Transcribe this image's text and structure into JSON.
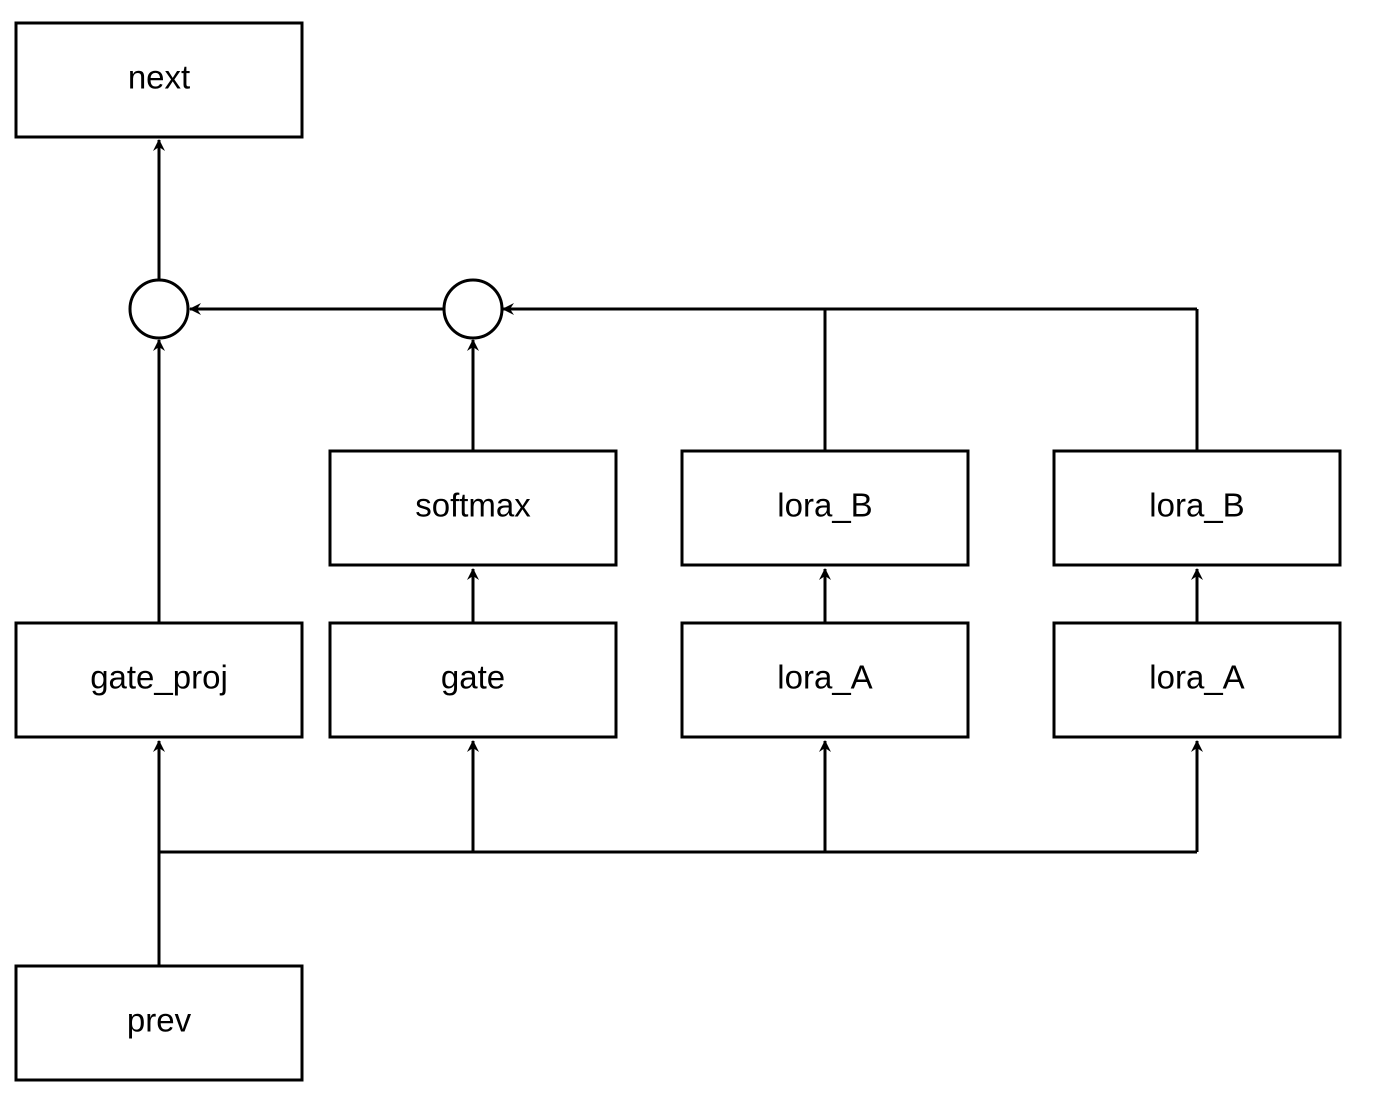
{
  "nodes": {
    "next": "next",
    "gate_proj": "gate_proj",
    "prev": "prev",
    "softmax": "softmax",
    "gate": "gate",
    "lora_b_1": "lora_B",
    "lora_a_1": "lora_A",
    "lora_b_2": "lora_B",
    "lora_a_2": "lora_A"
  },
  "operators": [
    "combine-node-left",
    "combine-node-right"
  ],
  "edges": [
    [
      "prev",
      "gate_proj"
    ],
    [
      "prev",
      "gate"
    ],
    [
      "prev",
      "lora_a_1"
    ],
    [
      "prev",
      "lora_a_2"
    ],
    [
      "gate",
      "softmax"
    ],
    [
      "lora_a_1",
      "lora_b_1"
    ],
    [
      "lora_a_2",
      "lora_b_2"
    ],
    [
      "softmax",
      "combine-node-right"
    ],
    [
      "lora_b_1",
      "combine-node-right"
    ],
    [
      "lora_b_2",
      "combine-node-right"
    ],
    [
      "combine-node-right",
      "combine-node-left"
    ],
    [
      "gate_proj",
      "combine-node-left"
    ],
    [
      "combine-node-left",
      "next"
    ]
  ]
}
